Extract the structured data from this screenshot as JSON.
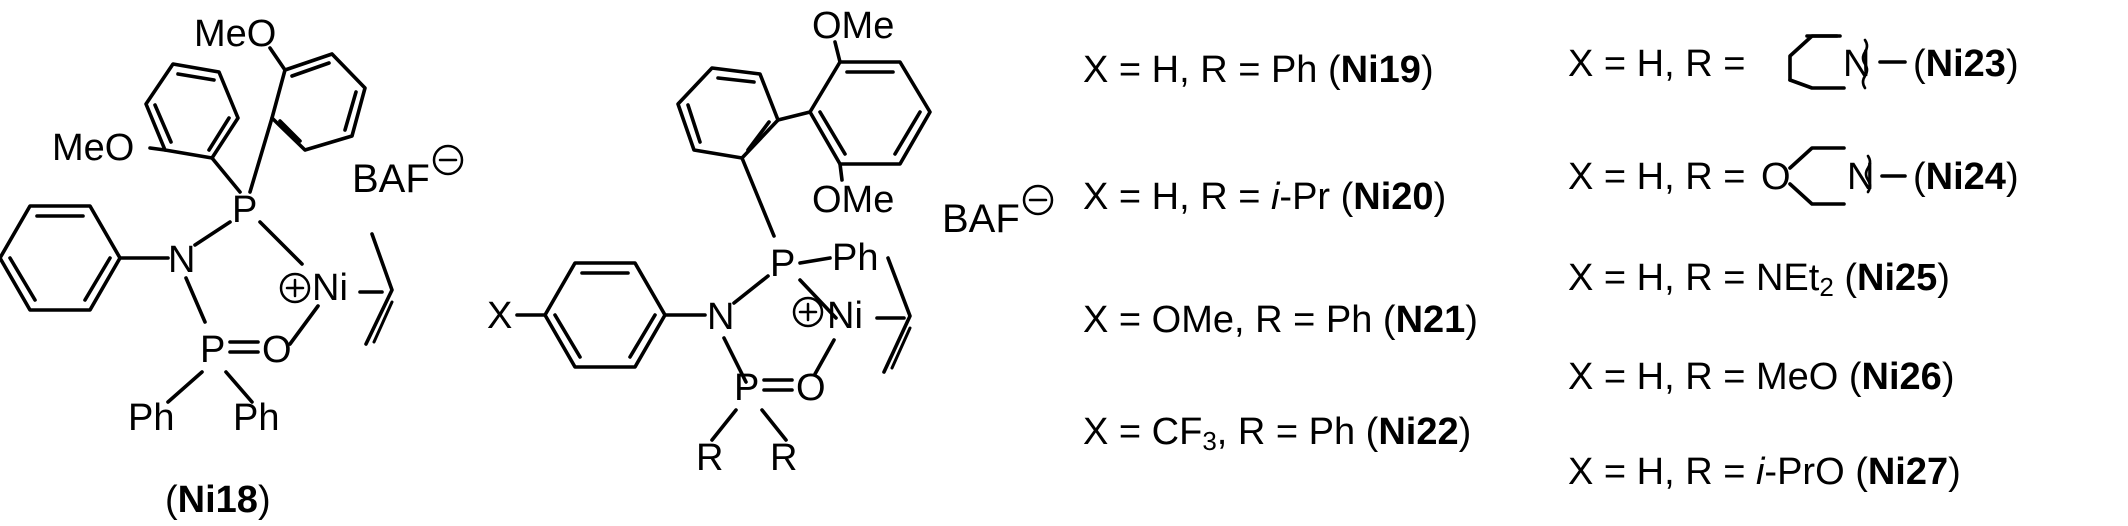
{
  "ni18": {
    "ome_top": "MeO",
    "ome_left": "MeO",
    "phosphorus": "P",
    "nitrogen": "N",
    "nickel": "Ni",
    "phosphorus_oxide": "P",
    "oxygen": "O",
    "ph_left": "Ph",
    "ph_right": "Ph",
    "counterion": "BAF",
    "name_open": "(",
    "name": "Ni18",
    "name_close": ")"
  },
  "general": {
    "ome_top": "OMe",
    "ome_bottom": "OMe",
    "phosphorus": "P",
    "ph": "Ph",
    "nitrogen": "N",
    "nickel": "Ni",
    "x_substituent": "X",
    "phosphorus_oxide": "P",
    "oxygen": "O",
    "r_left": "R",
    "r_right": "R",
    "counterion": "BAF"
  },
  "legend": {
    "ni19": {
      "prefix": "X = H, R = Ph (",
      "label": "Ni19",
      "suffix": ")"
    },
    "ni20": {
      "prefix": "X = H, R = ",
      "italic": "i",
      "mid": "-Pr (",
      "label": "Ni20",
      "suffix": ")"
    },
    "n21": {
      "prefix": "X = OMe, R = Ph (",
      "label": "N21",
      "suffix": ")"
    },
    "ni22": {
      "prefix": "X = CF",
      "sub": "3",
      "mid": ", R = Ph (",
      "label": "Ni22",
      "suffix": ")"
    },
    "ni23": {
      "prefix": "X = H, R =",
      "ring_n": "N",
      "open": "(",
      "label": "Ni23",
      "suffix": ")"
    },
    "ni24": {
      "prefix": "X = H, R =",
      "ring_o": "O",
      "ring_n": "N",
      "open": "(",
      "label": "Ni24",
      "suffix": ")"
    },
    "ni25": {
      "prefix": "X = H, R = NEt",
      "sub": "2",
      "mid": " (",
      "label": "Ni25",
      "suffix": ")"
    },
    "ni26": {
      "prefix": "X = H, R = MeO (",
      "label": "Ni26",
      "suffix": ")"
    },
    "ni27": {
      "prefix": "X = H, R = ",
      "italic": "i",
      "mid": "-PrO (",
      "label": "Ni27",
      "suffix": ")"
    }
  }
}
